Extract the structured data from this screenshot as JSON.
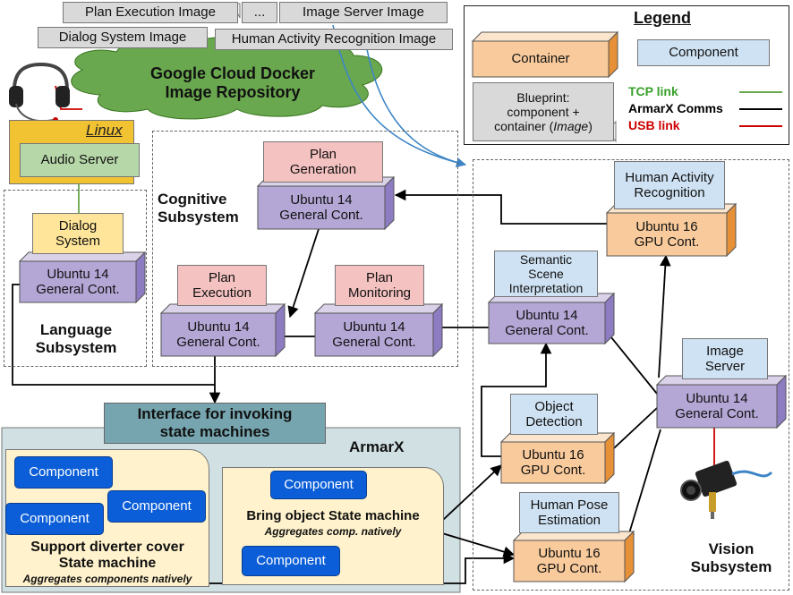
{
  "images": {
    "plan_execution": "Plan Execution Image",
    "ellipsis": "...",
    "image_server": "Image Server Image",
    "dialog_system": "Dialog System Image",
    "human_activity": "Human Activity Recognition Image"
  },
  "cloud": {
    "line1": "Google Cloud Docker",
    "line2": "Image Repository"
  },
  "legend": {
    "title": "Legend",
    "container": "Container",
    "component": "Component",
    "blueprint": [
      "Blueprint:",
      "component +",
      "container ("
    ],
    "blueprint_italic": "Image",
    "blueprint_close": ")",
    "tcp": "TCP link",
    "armarx": "ArmarX Comms",
    "usb": "USB link"
  },
  "linux": {
    "title": "Linux",
    "audio": "Audio Server"
  },
  "language": {
    "dialog": [
      "Dialog",
      "System"
    ],
    "container": [
      "Ubuntu 14",
      "General Cont."
    ],
    "title": [
      "Language",
      "Subsystem"
    ]
  },
  "cognitive": {
    "title": [
      "Cognitive",
      "Subsystem"
    ],
    "plan_generation": [
      "Plan",
      "Generation"
    ],
    "plan_generation_container": [
      "Ubuntu 14",
      "General Cont."
    ],
    "plan_execution": [
      "Plan",
      "Execution"
    ],
    "plan_execution_container": [
      "Ubuntu 14",
      "General Cont."
    ],
    "plan_monitoring": [
      "Plan",
      "Monitoring"
    ],
    "plan_monitoring_container": [
      "Ubuntu 14",
      "General Cont."
    ]
  },
  "vision": {
    "title": [
      "Vision",
      "Subsystem"
    ],
    "har": [
      "Human Activity",
      "Recognition"
    ],
    "har_container": [
      "Ubuntu 16",
      "GPU Cont."
    ],
    "ssi": [
      "Semantic",
      "Scene",
      "Interpretation"
    ],
    "ssi_container": [
      "Ubuntu 14",
      "General Cont."
    ],
    "image_server": [
      "Image",
      "Server"
    ],
    "image_server_container": [
      "Ubuntu 14",
      "General Cont."
    ],
    "object_detection": [
      "Object",
      "Detection"
    ],
    "object_detection_container": [
      "Ubuntu 16",
      "GPU Cont."
    ],
    "pose": [
      "Human Pose",
      "Estimation"
    ],
    "pose_container": [
      "Ubuntu 16",
      "GPU Cont."
    ]
  },
  "armarx": {
    "interface": [
      "Interface for invoking",
      "state machines"
    ],
    "title": "ArmarX",
    "component": "Component",
    "support_title": [
      "Support diverter cover",
      "State machine"
    ],
    "support_note": "Aggregates components natively",
    "bring_title": "Bring object State machine",
    "bring_note": "Aggregates comp. natively"
  },
  "colors": {
    "container_purple": "#b4a7d6",
    "container_orange": "#f9cb9c",
    "cloud_green": "#6aa84f",
    "tcp": "#6aa84f",
    "armarx": "#000000",
    "usb": "#cc0000",
    "blue_arrow": "#3d85c6"
  },
  "icons": {
    "headset": "headset-icon",
    "camera": "camera-icon"
  }
}
